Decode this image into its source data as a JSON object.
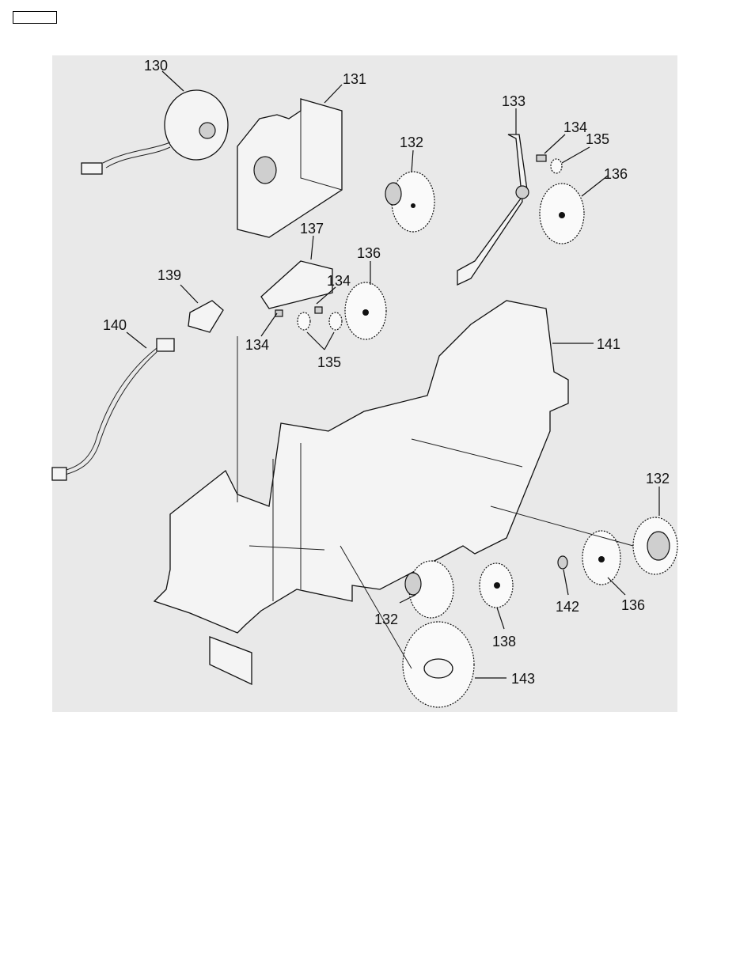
{
  "header": {
    "box_text": ""
  },
  "callouts": {
    "c130": "130",
    "c131": "131",
    "c132_top": "132",
    "c133": "133",
    "c134_top": "134",
    "c135_top": "135",
    "c136_top": "136",
    "c137": "137",
    "c136_mid": "136",
    "c134_mid": "134",
    "c139": "139",
    "c140": "140",
    "c134_left": "134",
    "c135_mid": "135",
    "c141": "141",
    "c132_right": "132",
    "c132_bottom": "132",
    "c138": "138",
    "c142": "142",
    "c136_bottom": "136",
    "c143": "143"
  }
}
